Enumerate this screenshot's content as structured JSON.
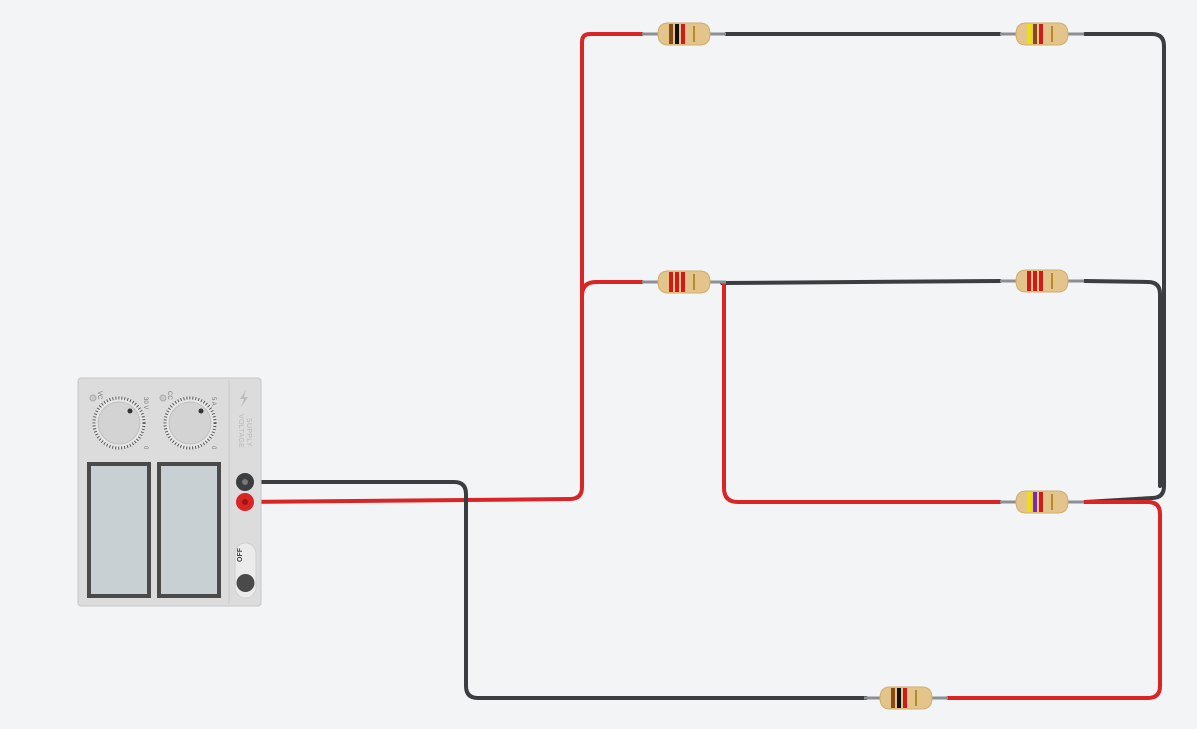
{
  "diagram": {
    "power_supply": {
      "voltage_indicator": "VC",
      "current_indicator": "CC",
      "voltage_max": "30 V",
      "voltage_min": "0",
      "current_max": "5 A",
      "current_min": "0",
      "brand_line1": "VOLTAGE",
      "brand_line2": "SUPPLY",
      "switch_label": "OFF"
    },
    "resistors": [
      {
        "id": "r1",
        "bands": [
          "#8a4a16",
          "#111111",
          "#d11a1a"
        ]
      },
      {
        "id": "r2",
        "bands": [
          "#f0e000",
          "#8a4a16",
          "#d11a1a"
        ]
      },
      {
        "id": "r3",
        "bands": [
          "#d11a1a",
          "#d11a1a",
          "#d11a1a"
        ]
      },
      {
        "id": "r4",
        "bands": [
          "#d11a1a",
          "#d11a1a",
          "#d11a1a"
        ]
      },
      {
        "id": "r5",
        "bands": [
          "#f0e000",
          "#7b2fa0",
          "#d11a1a"
        ]
      },
      {
        "id": "r6",
        "bands": [
          "#8a4a16",
          "#111111",
          "#d11a1a"
        ]
      }
    ],
    "colors": {
      "positive_wire": "#d92526",
      "negative_wire": "#3b3d40",
      "resistor_body": "#e3c48a",
      "background": "#f3f4f6"
    }
  }
}
